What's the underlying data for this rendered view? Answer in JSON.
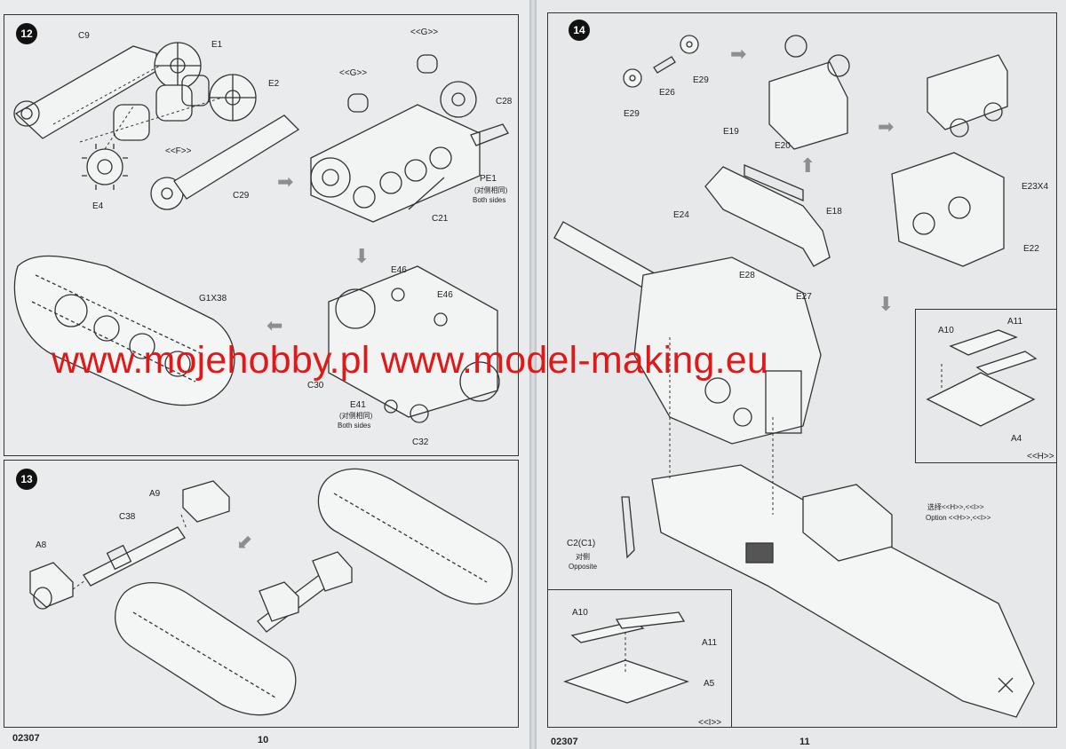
{
  "left_page": {
    "code": "02307",
    "number": "10",
    "step12": {
      "number": "12",
      "labels": {
        "c9": "C9",
        "e1": "E1",
        "e2": "E2",
        "f": "<<F>>",
        "e4": "E4",
        "c29": "C29",
        "g1": "<<G>>",
        "g2": "<<G>>",
        "c28": "C28",
        "pe1": "PE1",
        "both_cn_1": "(对侧相同)",
        "both_1": "Both sides",
        "c21": "C21",
        "e46a": "E46",
        "e46b": "E46",
        "g1x38": "G1X38",
        "c30": "C30",
        "e41": "E41",
        "both_cn_2": "(对侧相同)",
        "both_2": "Both sides",
        "c32": "C32"
      }
    },
    "step13": {
      "number": "13",
      "labels": {
        "a9": "A9",
        "c38": "C38",
        "a8": "A8"
      }
    }
  },
  "right_page": {
    "code": "02307",
    "number": "11",
    "step14": {
      "number": "14",
      "labels": {
        "e29a": "E29",
        "e26": "E26",
        "e29b": "E29",
        "e19": "E19",
        "e20": "E20",
        "e24": "E24",
        "e18": "E18",
        "e28": "E28",
        "e27": "E27",
        "e23": "E23X4",
        "e22": "E22",
        "a10a": "A10",
        "a11a": "A11",
        "a4": "A4",
        "h": "<<H>>",
        "option_cn": "选择<<H>>,<<I>>",
        "option": "Option <<H>>,<<I>>",
        "c2": "C2(C1)",
        "opp_cn": "对侧",
        "opp": "Opposite",
        "a10b": "A10",
        "a11b": "A11",
        "a5": "A5",
        "i": "<<I>>"
      }
    }
  },
  "watermark": "www.mojehobby.pl www.model-making.eu",
  "colors": {
    "watermark": "#e01818",
    "line": "#333333",
    "paper": "#e9ebec"
  }
}
